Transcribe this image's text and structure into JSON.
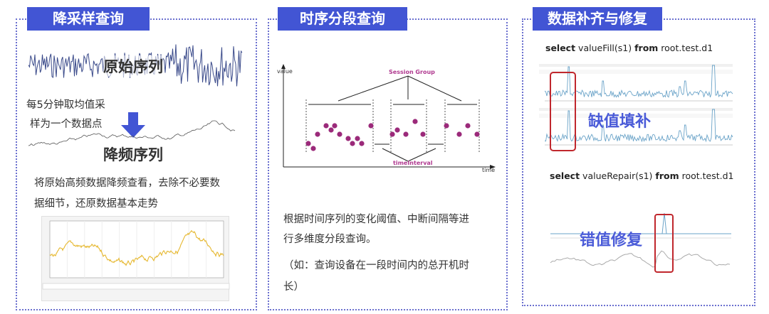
{
  "panels": [
    {
      "title": "降采样查询",
      "raw_label": "原始序列",
      "step_text_1": "每5分钟取均值采",
      "step_text_2": "样为一个数据点",
      "down_label": "降频序列",
      "desc_1": "将原始高频数据降频查看，去除不必要数",
      "desc_2": "据细节，还原数据基本走势"
    },
    {
      "title": "时序分段查询",
      "diagram": {
        "y_axis": "value",
        "x_axis": "time",
        "group_label": "Session Group",
        "interval_label": "timeInterval"
      },
      "desc_1": "根据时间序列的变化阈值、中断间隔等进",
      "desc_2": "行多维度分段查询。",
      "desc_3": "（如：查询设备在一段时间内的总开机时",
      "desc_4": "长）"
    },
    {
      "title": "数据补齐与修复",
      "fill_sql": {
        "kw1": "select",
        "fn": " valueFill(s1) ",
        "kw2": "from",
        "path": " root.test.d1"
      },
      "fill_label": "缺值填补",
      "repair_sql": {
        "kw1": "select",
        "fn": " valueRepair(s1) ",
        "kw2": "from",
        "path": " root.test.d1"
      },
      "repair_label": "错值修复"
    }
  ],
  "colors": {
    "header": "#4255d4",
    "border": "#6b70cf",
    "dot": "#9b2a7a",
    "highlight": "#c0272d",
    "sample_line": "#e6b830",
    "ts_line": "#6aa3c8"
  }
}
